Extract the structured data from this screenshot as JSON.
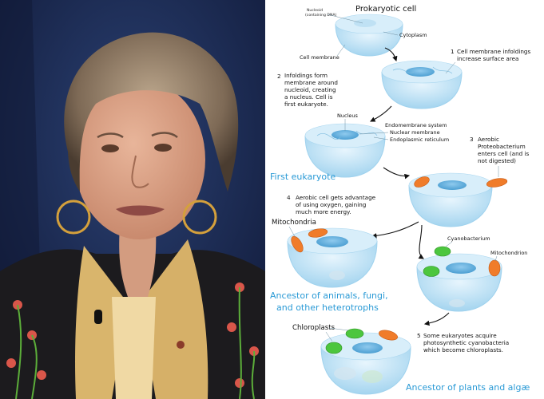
{
  "diagram": {
    "title": "Prokaryotic cell",
    "labels": {
      "nucleoid": "Nucleoid",
      "nucleoid_sub": "(containing DNA)",
      "cytoplasm": "Cytoplasm",
      "cell_membrane": "Cell membrane",
      "nucleus": "Nucleus",
      "endomembrane": "Endomembrane system",
      "nuclear_membrane": "Nuclear membrane",
      "er": "Endoplasmic reticulum",
      "mitochondria": "Mitochondria",
      "cyanobacterium": "Cyanobacterium",
      "mitochondrion": "Mitochondrion",
      "chloroplasts": "Chloroplasts"
    },
    "steps": [
      {
        "num": "1",
        "lines": [
          "Cell membrane infoldings",
          "increase surface area"
        ]
      },
      {
        "num": "2",
        "lines": [
          "Infoldings form",
          "membrane around",
          "nucleoid, creating",
          "a nucleus. Cell is",
          "first eukaryote."
        ]
      },
      {
        "num": "3",
        "lines": [
          "Aerobic",
          "Proteobacterium",
          "enters cell (and is",
          "not digested)"
        ]
      },
      {
        "num": "4",
        "lines": [
          "Aerobic cell gets advantage",
          "of using oxygen, gaining",
          "much more energy."
        ]
      },
      {
        "num": "5",
        "lines": [
          "Some eukaryotes acquire",
          "photosynthetic cyanobacteria",
          "which become chloroplasts."
        ]
      }
    ],
    "outcomes": {
      "first_eukaryote": "First eukaryote",
      "animals": [
        "Ancestor of animals, fungi,",
        "and other heterotrophs"
      ],
      "plants": "Ancestor of plants and algæ"
    },
    "colors": {
      "cell_fill": "#bfe3f6",
      "cell_edge": "#8cc8e6",
      "nucleus": "#5fb0de",
      "mitochondria": "#f07c2a",
      "chloroplast": "#4cc63e",
      "outcome_text": "#2a9ad6"
    }
  }
}
